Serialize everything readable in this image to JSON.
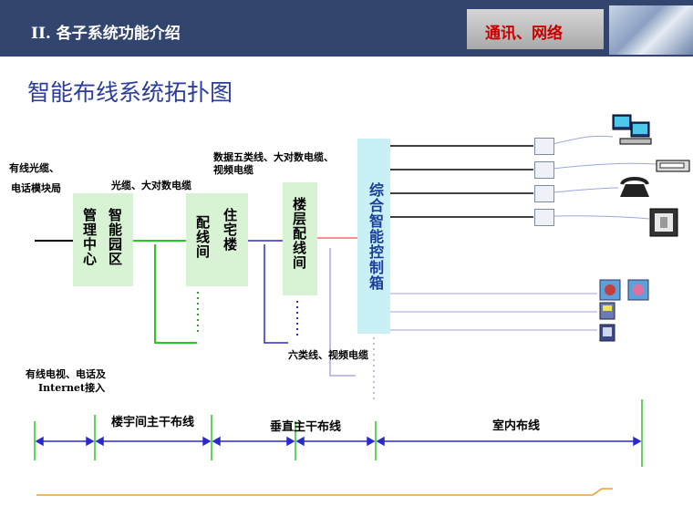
{
  "header": {
    "title": "II.  各子系统功能介绍",
    "tab_label": "通讯、网络"
  },
  "page_title": "智能布线系统拓扑图",
  "labels": {
    "source_line1": "有线光缆、",
    "source_line2": "电话模块局",
    "fiber_label": "光缆、大对数电缆",
    "data_label_line1": "数据五类线、大对数电缆、",
    "data_label_line2": "视频电缆",
    "cat6_label": "六类线、视频电缆",
    "catv_line1": "有线电视、电话及",
    "catv_line2": "Internet接入"
  },
  "boxes": {
    "mgmt_col1": "管理中心",
    "mgmt_col2": "智能园区",
    "bldg_col1": "配线间",
    "bldg_col2": "住宅楼",
    "floor": "楼层配线间",
    "control": "综合智能控制箱"
  },
  "segments": {
    "inter_building": "楼宇间主干布线",
    "vertical": "垂直主干布线",
    "indoor": "室内布线"
  },
  "icons": [
    "computer-icon",
    "printer-icon",
    "telephone-icon",
    "intercom-icon",
    "sensor-icon",
    "alarm-icon",
    "meter-icon",
    "reader-icon"
  ],
  "colors": {
    "header": "#32456e",
    "box_fill": "#d7f3d3",
    "control_fill": "#c9f0f5",
    "title": "#2a3c9e",
    "arrow": "#2a2acc",
    "accent": "#f0a020"
  }
}
